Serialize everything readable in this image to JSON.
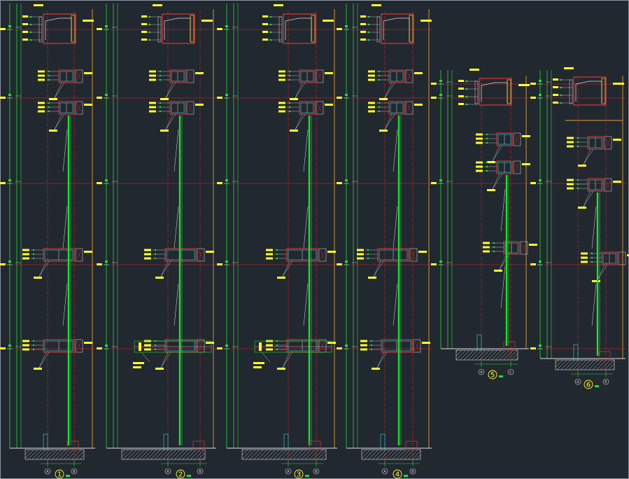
{
  "drawing": {
    "background": "#212830",
    "colors": {
      "green": "#22dd33",
      "red": "#ee2222",
      "yellow": "#ffff33",
      "cyan": "#33dddd",
      "orange": "#e0a030",
      "white": "#dddddd",
      "magenta": "#ff33ff"
    }
  },
  "sections": [
    {
      "id": "s1",
      "number": "1",
      "axes": [
        "A",
        "B"
      ]
    },
    {
      "id": "s2",
      "number": "2",
      "axes": [
        "A",
        "B"
      ]
    },
    {
      "id": "s3",
      "number": "3",
      "axes": [
        "A",
        "B"
      ]
    },
    {
      "id": "s4",
      "number": "4",
      "axes": [
        "A",
        "B"
      ]
    },
    {
      "id": "s5",
      "number": "5",
      "axes": [
        "A",
        "C"
      ]
    },
    {
      "id": "s6",
      "number": "6",
      "axes": [
        "A",
        "E"
      ]
    }
  ]
}
